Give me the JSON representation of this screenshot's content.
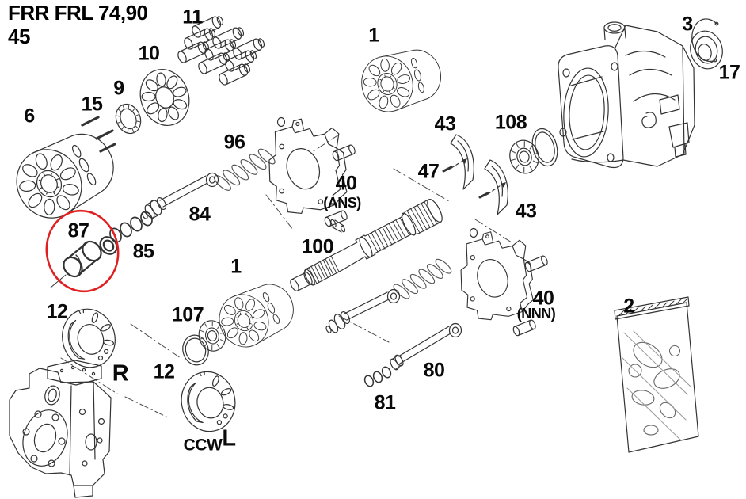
{
  "title": {
    "line1": "FRR FRL 74,90",
    "line2": "45"
  },
  "colors": {
    "highlight": "#e02020",
    "line_art": "#333333"
  },
  "highlight": {
    "part": "87"
  },
  "labels": {
    "part6": "6",
    "part15": "15",
    "part9": "9",
    "part10": "10",
    "part11": "11",
    "part96": "96",
    "part84": "84",
    "part85": "85",
    "part87": "87",
    "part1_top": "1",
    "part43_top": "43",
    "part47": "47",
    "part108": "108",
    "part43_right": "43",
    "part3": "3",
    "part17": "17",
    "part40_ans": "40",
    "part40_ans_variant": "(ANS)",
    "part100": "100",
    "part1_mid": "1",
    "part107": "107",
    "part12_left": "12",
    "rotation_r": "R",
    "part12_mid": "12",
    "rotation_ccw": "CCW",
    "rotation_l": "L",
    "part40_nnn": "40",
    "part40_nnn_variant": "(NNN)",
    "part80": "80",
    "part81": "81",
    "part2": "2"
  }
}
